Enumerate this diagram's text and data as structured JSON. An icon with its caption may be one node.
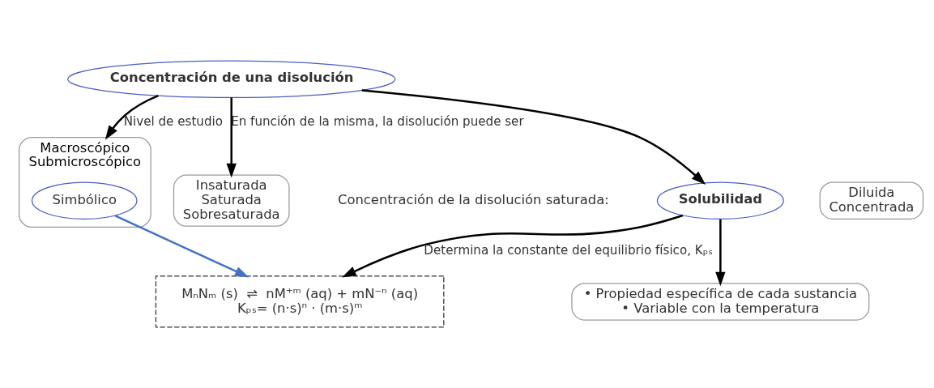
{
  "diagram": {
    "nodes": [
      {
        "text": [
          "Macroscópico",
          "Submicroscópico"
        ]
      },
      {
        "text": [
          "Simbólico"
        ],
        "in": 0
      },
      {
        "text": [
          "Concentración de una disolución"
        ]
      },
      {
        "text": [
          "Insaturada",
          "Saturada",
          "Sobresaturada"
        ]
      },
      {
        "text": [
          "Diluida",
          "Concentrada"
        ]
      },
      {
        "text": [
          "Solubilidad"
        ],
        "beside": [
          "Concentración de la disolución saturada:"
        ]
      },
      {
        "text": [
          "• Propiedad específica de cada sustancia",
          "• Variable con la temperatura"
        ]
      },
      {
        "text": [
          "MₙNₘ (s)  ⇌  nM⁺ᵐ (aq) + mN⁻ⁿ (aq)",
          "Kₚₛ= (n·s)ⁿ · (m·s)ᵐ"
        ]
      }
    ],
    "edges": [
      {
        "from": 2,
        "to": 0,
        "arrow": "to",
        "label": "Nivel de estudio"
      },
      {
        "from": 2,
        "to": 3,
        "arrow": "to",
        "label": "En función de la misma, la disolución puede ser"
      },
      {
        "from": 2,
        "to": 5,
        "arrow": "to"
      },
      {
        "from": 5,
        "to": 6,
        "arrow": "to"
      },
      {
        "from": 5,
        "to": 7,
        "arrow": "to",
        "label": "Determina la constante del equilibrio físico, Kₚₛ"
      },
      {
        "from": 1,
        "to": 7,
        "arrow": "to",
        "color": "#4472c4"
      }
    ]
  }
}
